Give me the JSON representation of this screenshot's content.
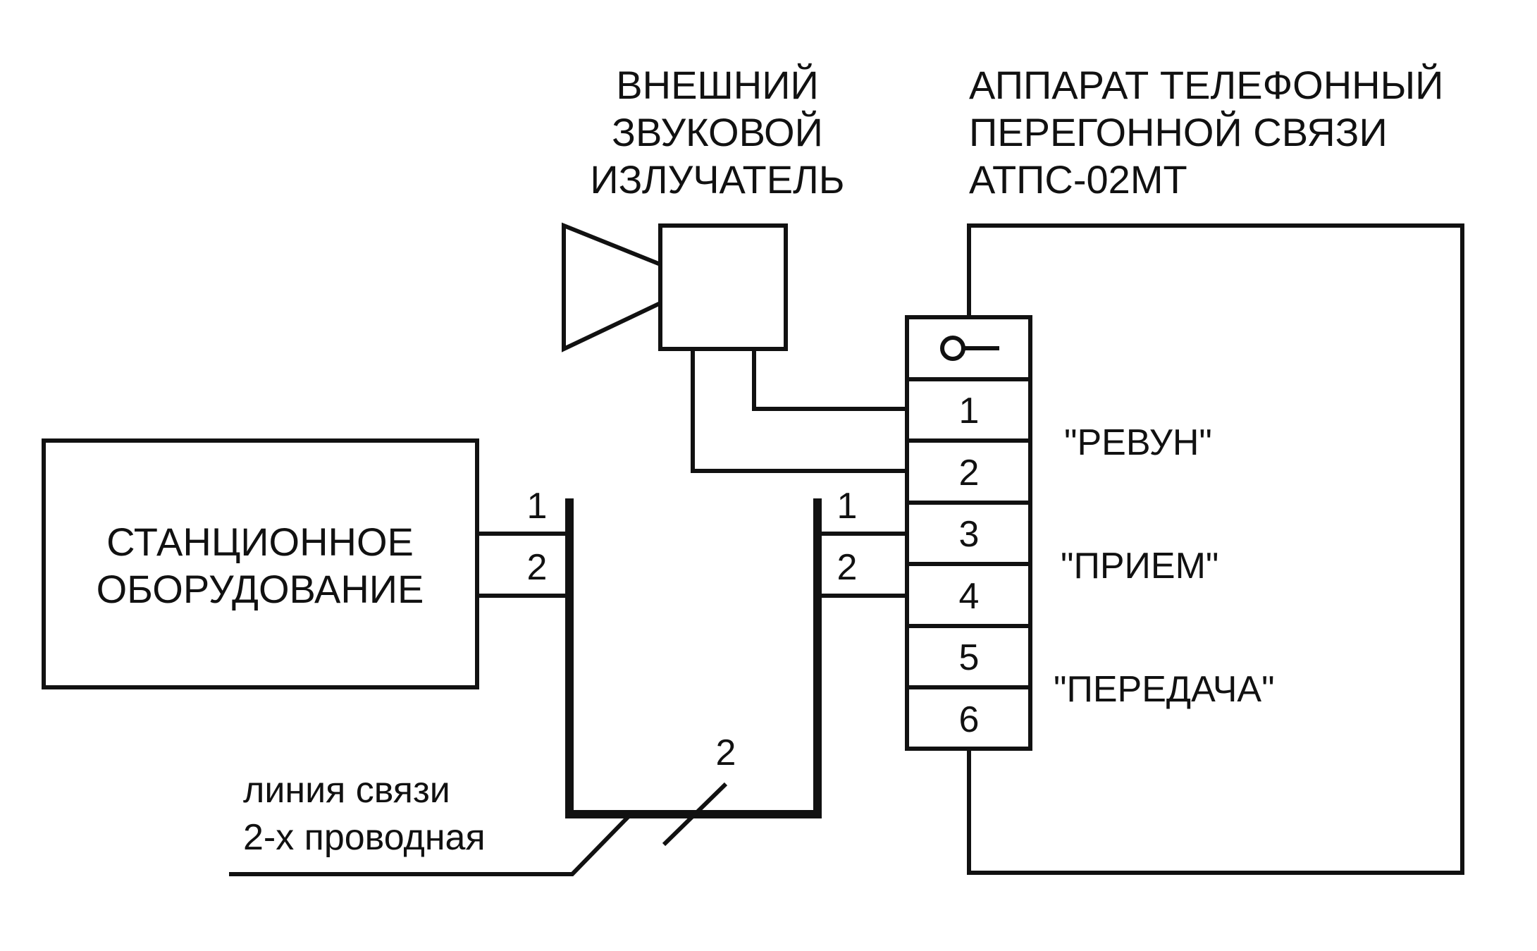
{
  "diagram": {
    "speaker": {
      "label_lines": [
        "ВНЕШНИЙ",
        "ЗВУКОВОЙ",
        "ИЗЛУЧАТЕЛЬ"
      ]
    },
    "phone": {
      "label_lines": [
        "АППАРАТ ТЕЛЕФОННЫЙ",
        "ПЕРЕГОННОЙ СВЯЗИ",
        "АТПС-02МТ"
      ],
      "terminals": [
        "1",
        "2",
        "3",
        "4",
        "5",
        "6"
      ],
      "groups": {
        "revun": "\"РЕВУН\"",
        "priem": "\"ПРИЕМ\"",
        "peredacha": "\"ПЕРЕДАЧА\""
      }
    },
    "station": {
      "label_lines": [
        "СТАНЦИОННОЕ",
        "ОБОРУДОВАНИЕ"
      ],
      "wire_labels": [
        "1",
        "2"
      ]
    },
    "right_bus": {
      "wire_labels": [
        "1",
        "2"
      ]
    },
    "line": {
      "wire_count": "2",
      "label_lines": [
        "линия связи",
        "2-х проводная"
      ]
    }
  }
}
